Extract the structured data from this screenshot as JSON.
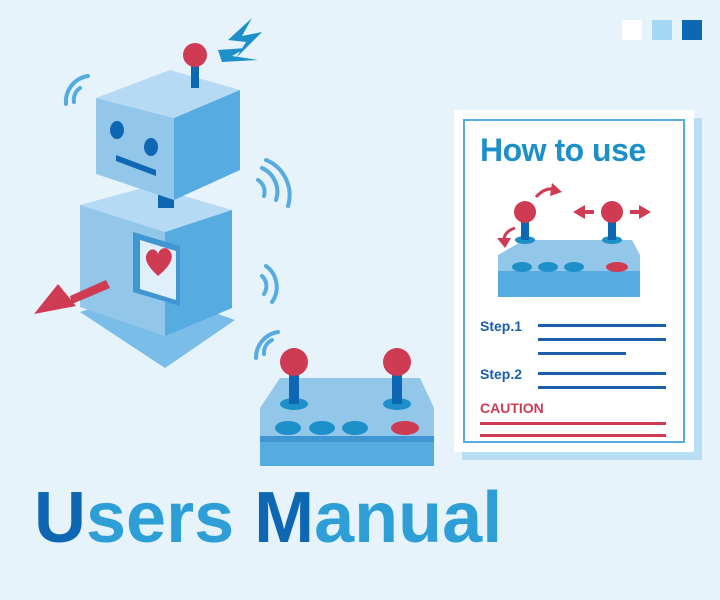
{
  "colors": {
    "background": "#e6f3fb",
    "accent_dark": "#0e67b3",
    "accent_light": "#2d9fd6",
    "robot_face": "#93c7ea",
    "robot_shade": "#56abe0",
    "red": "#cf3b53",
    "square_1": "#ffffff",
    "square_2": "#a5d8f3",
    "square_3": "#0e67b3"
  },
  "document": {
    "title": "How to use",
    "step1": "Step.1",
    "step2": "Step.2",
    "caution": "CAUTION"
  },
  "headline": {
    "word1_cap": "U",
    "word1_rest": "sers ",
    "word2_cap": "M",
    "word2_rest": "anual"
  },
  "icons": [
    "robot-icon",
    "controller-icon",
    "manual-document-icon",
    "signal-waves-icon",
    "heart-icon",
    "arrow-icon",
    "lightning-icon"
  ]
}
